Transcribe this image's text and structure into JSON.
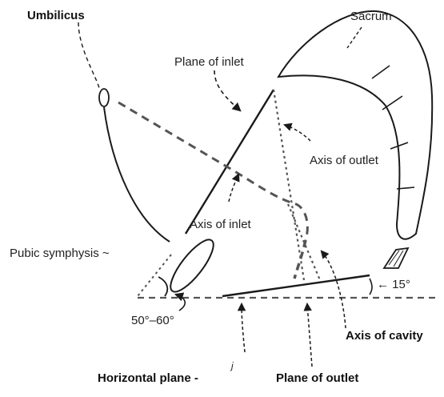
{
  "labels": {
    "umbilicus": "Umbilicus",
    "sacrum": "Sacrum",
    "plane_of_inlet": "Plane of inlet",
    "axis_of_outlet": "Axis of outlet",
    "axis_of_inlet": "Axis of inlet",
    "pubic_symphysis": "Pubic symphysis ~",
    "angle_50_60": "50°–60°",
    "angle_15": "← 15°",
    "axis_of_cavity": "Axis of cavity",
    "horizontal_plane": "Horizontal plane -",
    "j_mark": "j",
    "plane_of_outlet": "Plane of outlet"
  },
  "colors": {
    "ink": "#1a1a1a",
    "dashed_line": "#555555"
  }
}
